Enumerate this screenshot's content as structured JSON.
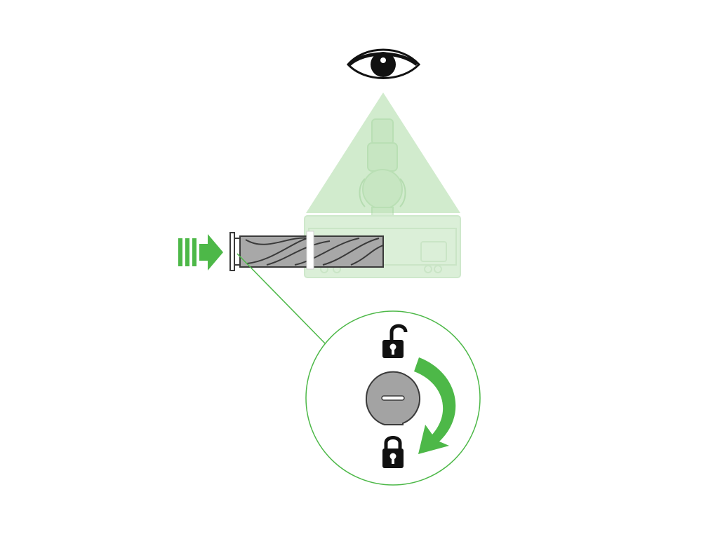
{
  "diagram": {
    "description_labels": [],
    "colors": {
      "accent_green": "#4db848",
      "view_cone_green": "#c9e8c4",
      "ghost_head_green": "#bfe3ba",
      "roller_gray": "#a8a8a8",
      "roller_dark": "#3a3a3a",
      "lock_cap_gray": "#a3a3a3",
      "icon_black": "#111111",
      "detail_circle_stroke": "#4db848"
    },
    "icons": {
      "viewer": "eye-icon",
      "insert_direction": "push-arrow-icon",
      "unlocked_state": "unlocked-padlock-icon",
      "locked_state": "locked-padlock-icon",
      "rotation": "clockwise-rotate-arrow-icon"
    },
    "steps": {
      "action": "insert",
      "rotation_direction": "clockwise",
      "from_state": "unlocked",
      "to_state": "locked"
    }
  }
}
